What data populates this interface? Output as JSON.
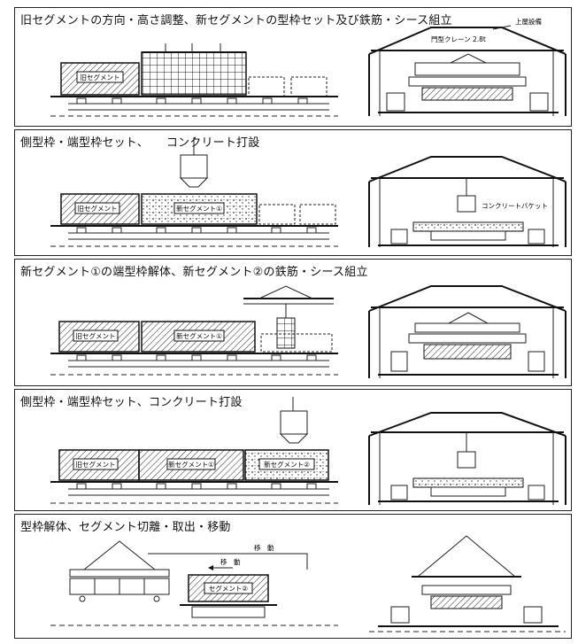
{
  "panels": [
    {
      "caption": "旧セグメントの方向・高さ調整、新セグメントの型枠セット及び鉄筋・シース組立",
      "left_labels": [
        "旧セグメント"
      ],
      "right_labels": [
        "上屋設備",
        "門型クレーン 2.8t"
      ]
    },
    {
      "caption": "側型枠・端型枠セット、　　コンクリート打設",
      "left_labels": [
        "旧セグメント",
        "新セグメント①"
      ],
      "right_labels": [
        "コンクリートバケット"
      ]
    },
    {
      "caption": "新セグメント①の端型枠解体、新セグメント②の鉄筋・シース組立",
      "left_labels": [
        "旧セグメント",
        "新セグメント①"
      ],
      "right_labels": []
    },
    {
      "caption": "側型枠・端型枠セット、コンクリート打設",
      "left_labels": [
        "旧セグメント",
        "新セグメント①",
        "新セグメント②"
      ],
      "right_labels": []
    },
    {
      "caption": "型枠解体、セグメント切離・取出・移動",
      "left_labels": [
        "移　動",
        "移　動",
        "セグメント②"
      ],
      "right_labels": []
    }
  ]
}
